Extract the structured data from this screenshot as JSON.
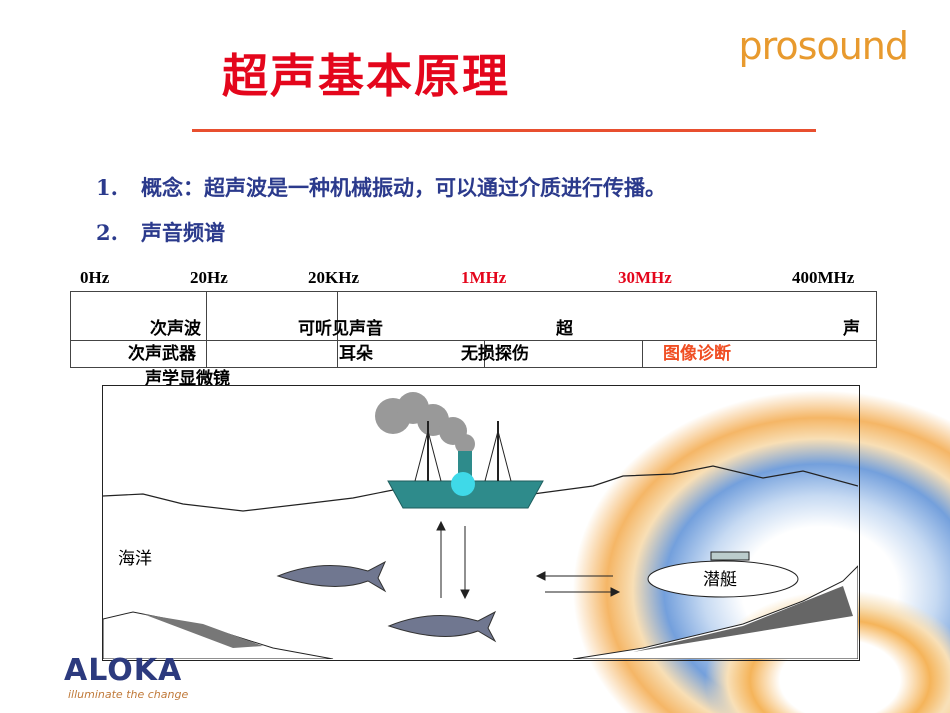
{
  "title": "超声基本原理",
  "logo_text": "prosound",
  "items": [
    {
      "num": "1.",
      "text": "概念：超声波是一种机械振动，可以通过介质进行传播。"
    },
    {
      "num": "2.",
      "text": "声音频谱"
    }
  ],
  "frequencies": [
    "0Hz",
    "20Hz",
    "20KHz",
    "1MHz",
    "30MHz",
    "400MHz"
  ],
  "row1": {
    "infrasound": "次声波",
    "audible": "可听见声音",
    "ultra_a": "超",
    "ultra_b": "声"
  },
  "row2": {
    "weapon": "次声武器",
    "ear": "耳朵",
    "ndt": "无损探伤",
    "diagnosis": "图像诊断"
  },
  "below_table": "声学显微镜",
  "scene": {
    "ocean": "海洋",
    "submarine": "潜艇"
  },
  "footer": {
    "brand": "ALOKA",
    "tagline": "illuminate the change"
  },
  "colors": {
    "title": "#e4061c",
    "item": "#2b3a8c",
    "highlight": "#e4061c",
    "diagnosis": "#f04e23"
  }
}
